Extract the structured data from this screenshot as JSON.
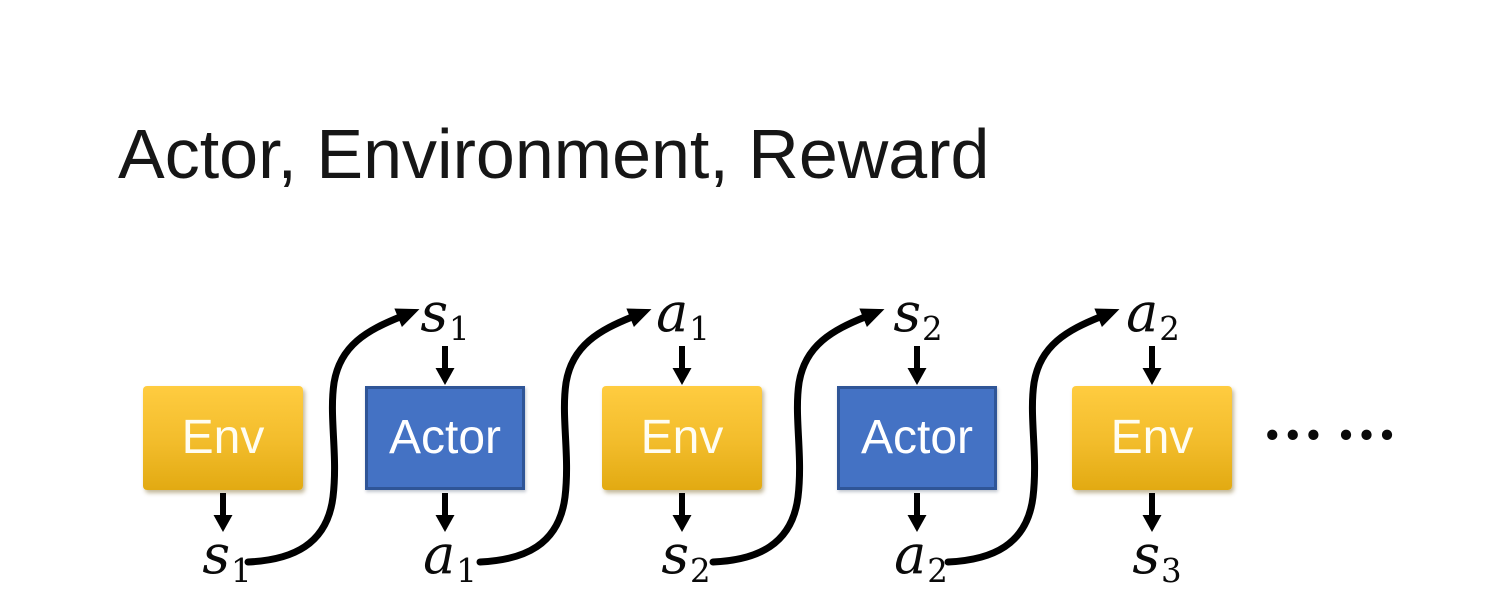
{
  "slide": {
    "title": "Actor, Environment, Reward",
    "ellipsis": "••• •••"
  },
  "boxes": [
    {
      "label": "Env",
      "type": "env"
    },
    {
      "label": "Actor",
      "type": "actor"
    },
    {
      "label": "Env",
      "type": "env"
    },
    {
      "label": "Actor",
      "type": "actor"
    },
    {
      "label": "Env",
      "type": "env"
    }
  ],
  "top_labels": [
    {
      "base": "s",
      "sub": "1"
    },
    {
      "base": "a",
      "sub": "1"
    },
    {
      "base": "s",
      "sub": "2"
    },
    {
      "base": "a",
      "sub": "2"
    }
  ],
  "bottom_labels": [
    {
      "base": "s",
      "sub": "1"
    },
    {
      "base": "a",
      "sub": "1"
    },
    {
      "base": "s",
      "sub": "2"
    },
    {
      "base": "a",
      "sub": "2"
    },
    {
      "base": "s",
      "sub": "3"
    }
  ],
  "colors": {
    "env_top": "#FFCC40",
    "env_bottom": "#E2AA12",
    "actor_fill": "#4472C4",
    "actor_border": "#2F5597",
    "box_text": "#FFFFFF",
    "arrow": "#000000",
    "title_text": "#161616"
  }
}
